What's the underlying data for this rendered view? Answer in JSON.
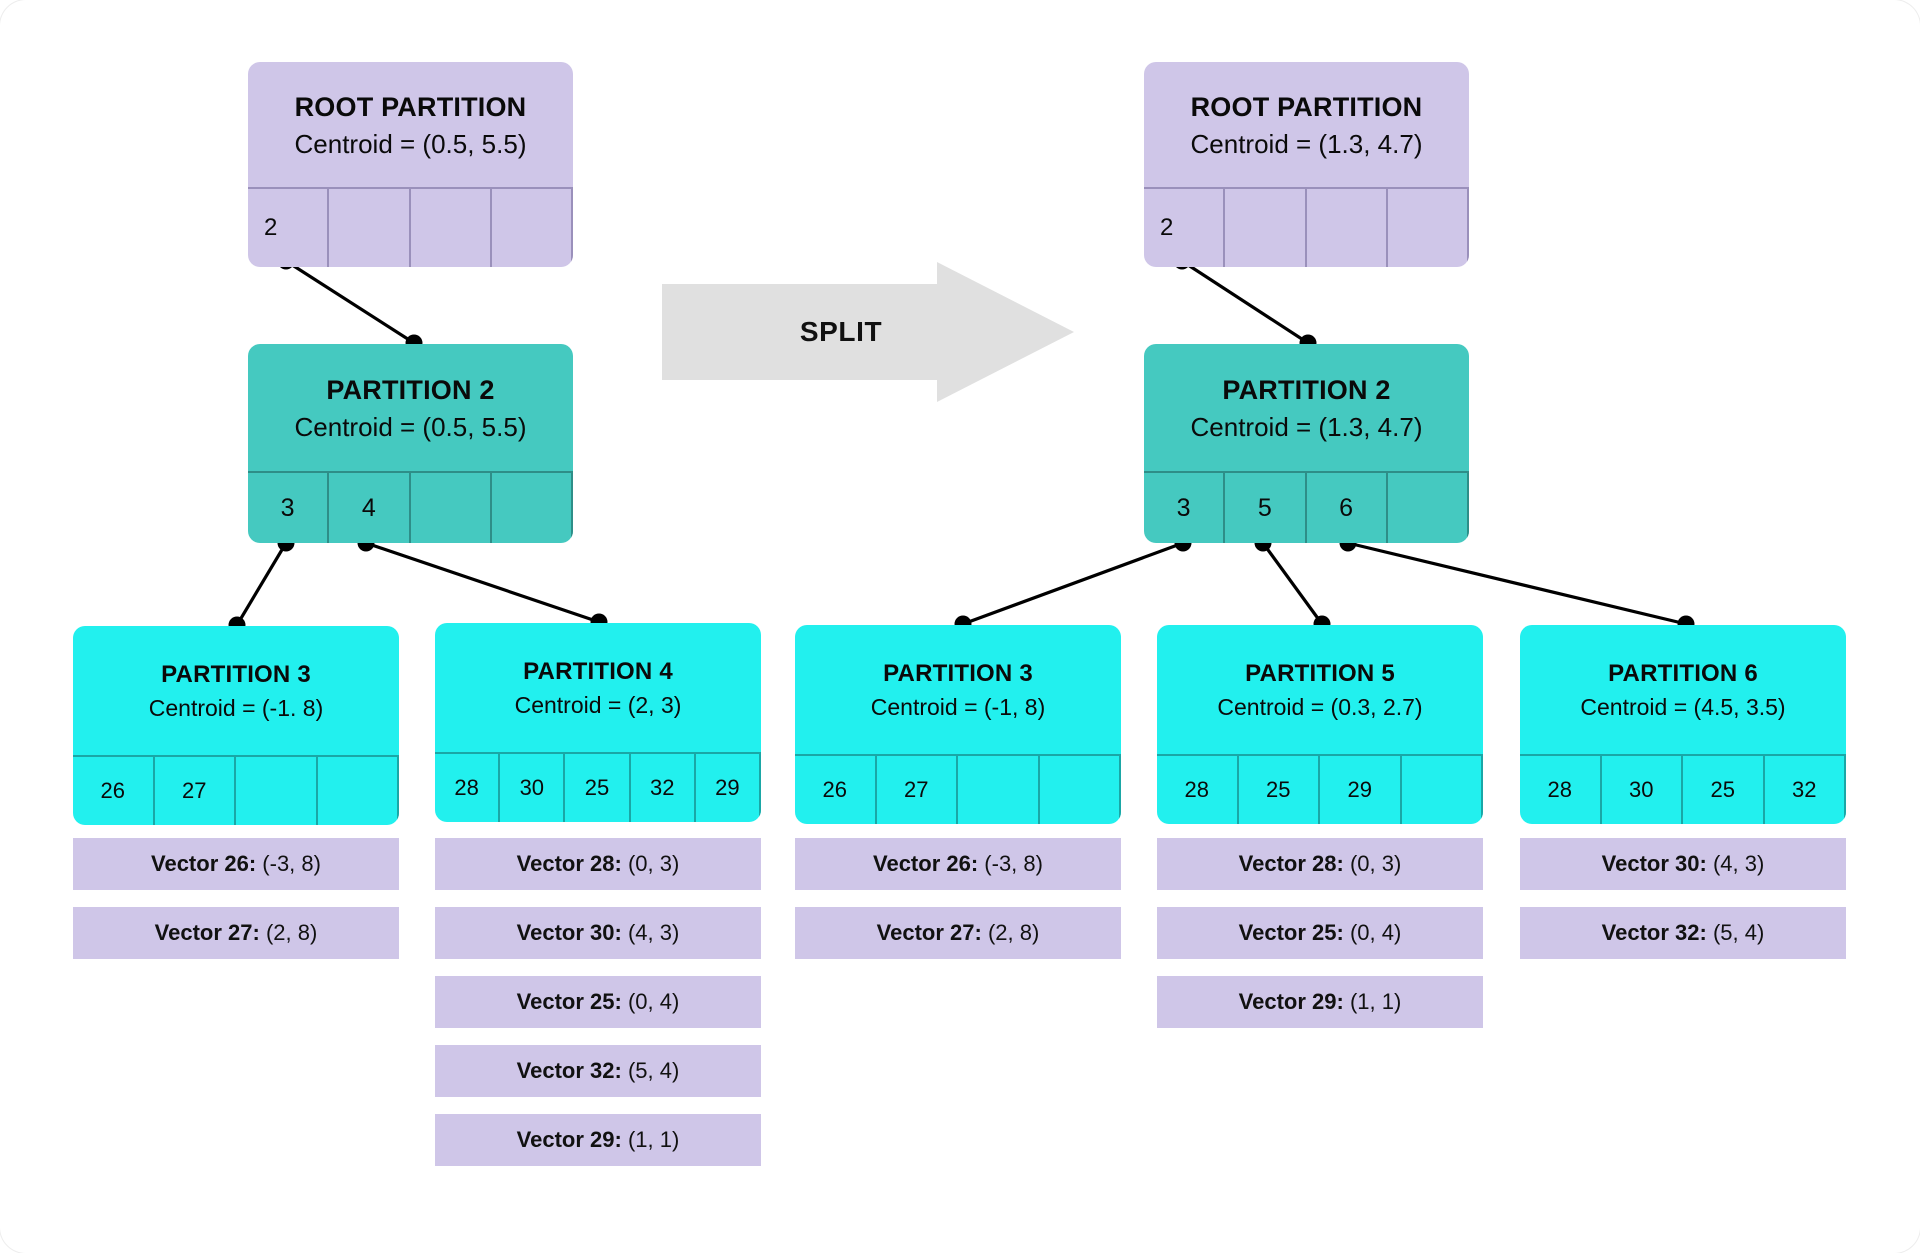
{
  "diagram": {
    "split_label": "SPLIT",
    "centroid_prefix": "Centroid = "
  },
  "before": {
    "root": {
      "title": "ROOT PARTITION",
      "centroid": "Centroid = (0.5, 5.5)",
      "slots": [
        "2",
        "",
        "",
        ""
      ]
    },
    "partition2": {
      "title": "PARTITION 2",
      "centroid": "Centroid = (0.5, 5.5)",
      "slots": [
        "3",
        "4",
        "",
        ""
      ]
    },
    "leaves": [
      {
        "title": "PARTITION 3",
        "centroid": "Centroid = (-1. 8)",
        "slots": [
          "26",
          "27",
          "",
          ""
        ],
        "vectors": [
          {
            "label": "Vector 26:",
            "value": "(-3, 8)"
          },
          {
            "label": "Vector 27:",
            "value": "(2, 8)"
          }
        ]
      },
      {
        "title": "PARTITION 4",
        "centroid": "Centroid = (2, 3)",
        "slots": [
          "28",
          "30",
          "25",
          "32",
          "29"
        ],
        "vectors": [
          {
            "label": "Vector 28:",
            "value": "(0, 3)"
          },
          {
            "label": "Vector 30:",
            "value": "(4, 3)"
          },
          {
            "label": "Vector 25:",
            "value": "(0, 4)"
          },
          {
            "label": "Vector 32:",
            "value": "(5, 4)"
          },
          {
            "label": "Vector 29:",
            "value": "(1, 1)"
          }
        ]
      }
    ]
  },
  "after": {
    "root": {
      "title": "ROOT PARTITION",
      "centroid": "Centroid = (1.3, 4.7)",
      "slots": [
        "2",
        "",
        "",
        ""
      ]
    },
    "partition2": {
      "title": "PARTITION 2",
      "centroid": "Centroid = (1.3, 4.7)",
      "slots": [
        "3",
        "5",
        "6",
        ""
      ]
    },
    "leaves": [
      {
        "title": "PARTITION 3",
        "centroid": "Centroid = (-1, 8)",
        "slots": [
          "26",
          "27",
          "",
          ""
        ],
        "vectors": [
          {
            "label": "Vector 26:",
            "value": "(-3, 8)"
          },
          {
            "label": "Vector 27:",
            "value": "(2, 8)"
          }
        ]
      },
      {
        "title": "PARTITION 5",
        "centroid": "Centroid = (0.3, 2.7)",
        "slots": [
          "28",
          "25",
          "29",
          ""
        ],
        "vectors": [
          {
            "label": "Vector 28:",
            "value": "(0, 3)"
          },
          {
            "label": "Vector 25:",
            "value": "(0, 4)"
          },
          {
            "label": "Vector 29:",
            "value": "(1, 1)"
          }
        ]
      },
      {
        "title": "PARTITION 6",
        "centroid": "Centroid = (4.5, 3.5)",
        "slots": [
          "28",
          "30",
          "25",
          "32"
        ],
        "vectors": [
          {
            "label": "Vector 30:",
            "value": "(4, 3)"
          },
          {
            "label": "Vector 32:",
            "value": "(5, 4)"
          }
        ]
      }
    ]
  },
  "colors": {
    "root_fill": "#cfc6e8",
    "mid_fill": "#45c9c0",
    "leaf_fill": "#22f0ee",
    "vector_fill": "#cfc6e8",
    "arrow_fill": "#e0e0e0",
    "edge_stroke": "#000000",
    "canvas_bg": "#ffffff"
  }
}
